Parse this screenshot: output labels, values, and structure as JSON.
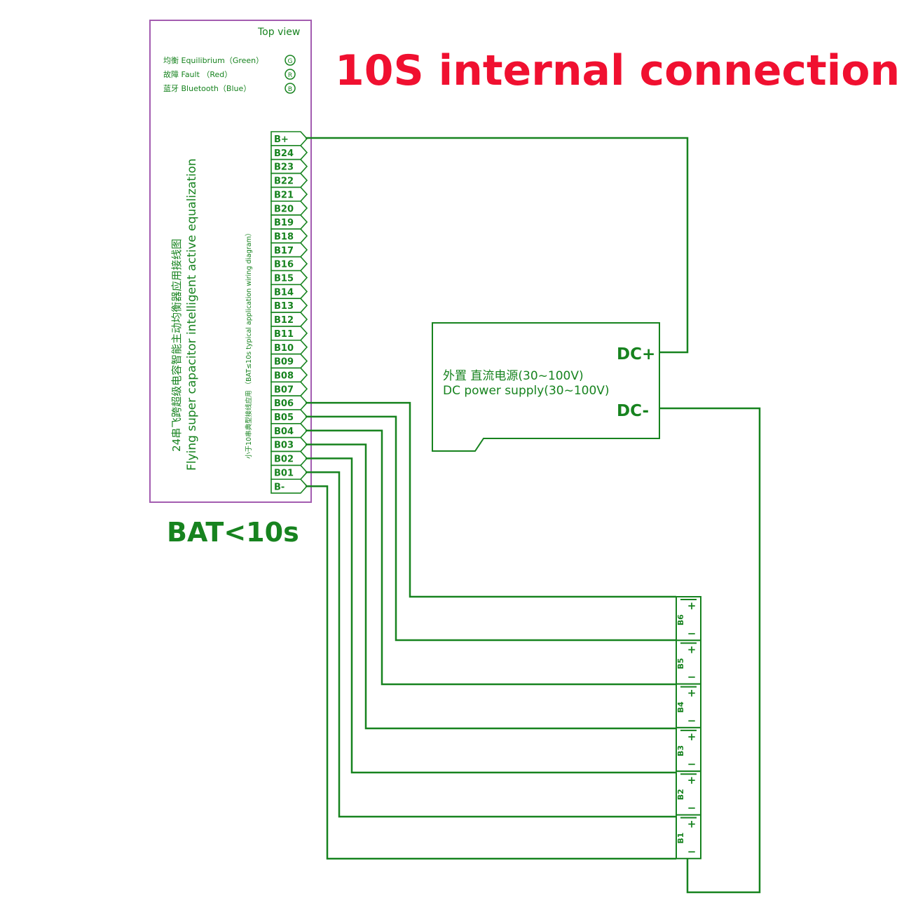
{
  "title": "10S internal connection",
  "board": {
    "top_view": "Top view",
    "indicators": [
      {
        "text": "均衡 Equilibrium（Green）",
        "glyph": "G"
      },
      {
        "text": "故障 Fault （Red）",
        "glyph": "R"
      },
      {
        "text": "蓝牙 Bluetooth（Blue）",
        "glyph": "B"
      }
    ],
    "name_cn": "24串飞跨超级电容智能主动均衡器应用接线图",
    "name_en": "Flying super capacitor intelligent active equalization",
    "note": "小于10串典型接线应用 （BAT≤10s typical application wiring diagram）",
    "pins": [
      "B+",
      "B24",
      "B23",
      "B22",
      "B21",
      "B20",
      "B19",
      "B18",
      "B17",
      "B16",
      "B15",
      "B14",
      "B13",
      "B12",
      "B11",
      "B10",
      "B09",
      "B08",
      "B07",
      "B06",
      "B05",
      "B04",
      "B03",
      "B02",
      "B01",
      "B-"
    ]
  },
  "bat_label": "BAT<10s",
  "power_supply": {
    "dc_plus": "DC+",
    "dc_minus": "DC-",
    "line_cn": "外置 直流电源(30~100V)",
    "line_en": "DC power supply(30~100V)"
  },
  "cells": [
    "B6",
    "B5",
    "B4",
    "B3",
    "B2",
    "B1"
  ],
  "cell_plus": "+",
  "cell_minus": "−",
  "colors": {
    "green": "#17831f",
    "red": "#f01030",
    "board_border": "#a35cb0"
  }
}
